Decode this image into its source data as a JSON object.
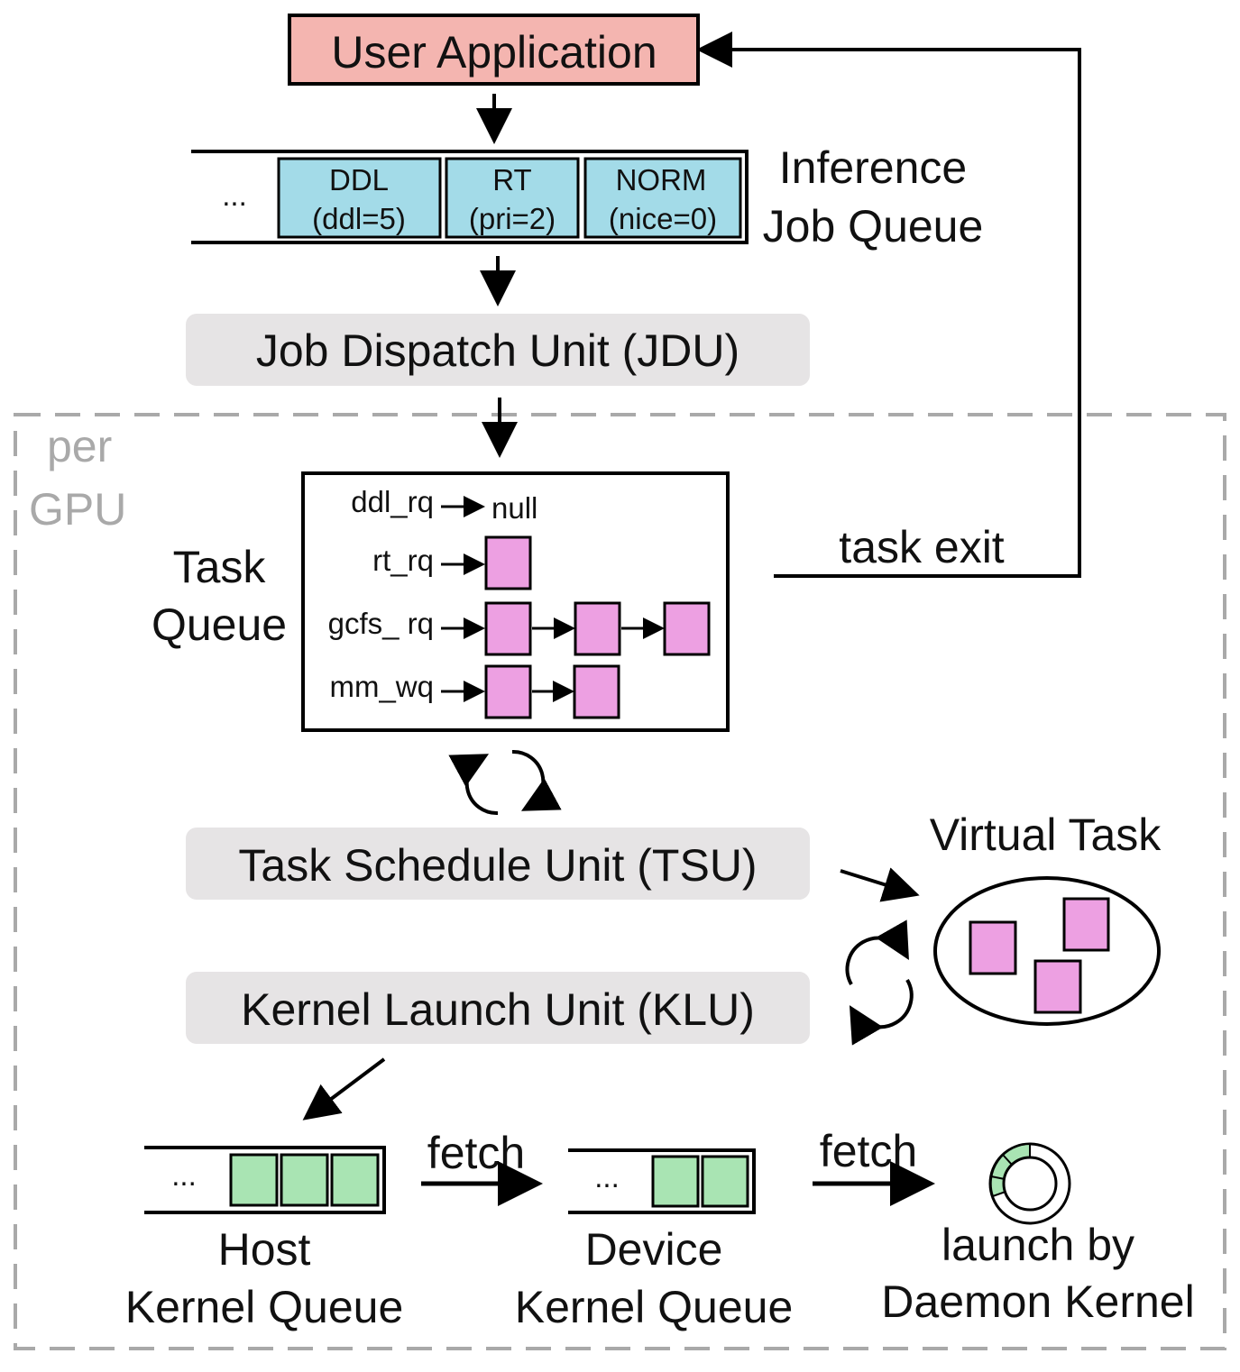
{
  "user_app": {
    "label": "User Application",
    "color": "#f4b5b0"
  },
  "job_queue": {
    "ellipsis": "...",
    "title_line1": "Inference",
    "title_line2": "Job Queue",
    "color": "#a3dbe8",
    "items": [
      {
        "line1": "DDL",
        "line2": "(ddl=5)"
      },
      {
        "line1": "RT",
        "line2": "(pri=2)"
      },
      {
        "line1": "NORM",
        "line2": "(nice=0)"
      }
    ]
  },
  "jdu": {
    "label": "Job Dispatch Unit (JDU)"
  },
  "per_gpu": {
    "line1": "per",
    "line2": "GPU"
  },
  "task_queue": {
    "title_line1": "Task",
    "title_line2": "Queue",
    "task_color": "#eda0e2",
    "rows": [
      {
        "label": "ddl_rq",
        "tail": "null",
        "tasks": 0
      },
      {
        "label": "rt_rq",
        "tasks": 1
      },
      {
        "label": "gcfs_ rq",
        "tasks": 3
      },
      {
        "label": "mm_wq",
        "tasks": 2
      }
    ]
  },
  "task_exit": {
    "label": "task exit"
  },
  "tsu": {
    "label": "Task Schedule Unit (TSU)"
  },
  "klu": {
    "label": "Kernel Launch Unit (KLU)"
  },
  "virtual_task": {
    "label": "Virtual Task"
  },
  "host_queue": {
    "ellipsis": "...",
    "line1": "Host",
    "line2": "Kernel Queue",
    "kernel_color": "#a9e4b3"
  },
  "device_queue": {
    "ellipsis": "...",
    "line1": "Device",
    "line2": "Kernel Queue"
  },
  "fetch1": {
    "label": "fetch"
  },
  "fetch2": {
    "label": "fetch"
  },
  "daemon": {
    "line1": "launch by",
    "line2": "Daemon Kernel"
  },
  "colors": {
    "unit_box": "#e6e4e5",
    "dashed_border": "#a9a9a9"
  }
}
